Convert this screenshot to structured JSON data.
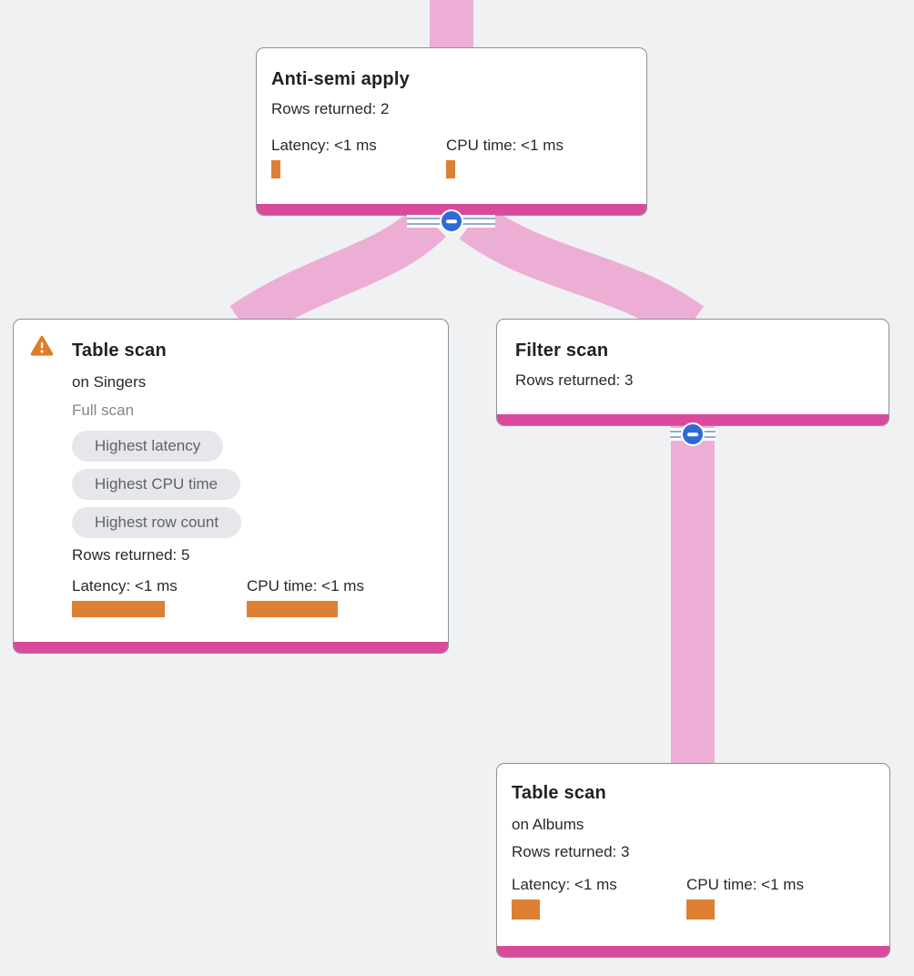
{
  "colors": {
    "background": "#f0f1f3",
    "edge_pink": "#ecaed5",
    "node_accent_pink": "#da4a9c",
    "metric_bar_orange": "#dd8033",
    "warning_orange": "#df7d26",
    "badge_bg": "#e6e7ea",
    "badge_text": "#5f6368",
    "muted_text": "#80868b",
    "title_text": "#202124",
    "body_text": "#27292c",
    "collapse_blue": "#2e6ad4",
    "stripe_blue": "#95aadc",
    "card_border": "#8b9095"
  },
  "icons": {
    "warning": "warning-triangle-icon",
    "collapse": "collapse-minus-icon"
  },
  "nodes": {
    "anti_semi_apply": {
      "title": "Anti-semi apply",
      "rows_returned": "Rows returned: 2",
      "latency": {
        "label": "Latency: <1 ms",
        "bar_css": "width:10px;height:20px"
      },
      "cpu": {
        "label": "CPU time: <1 ms",
        "bar_css": "width:10px;height:20px"
      }
    },
    "table_scan_singers": {
      "title": "Table scan",
      "subtitle": "on Singers",
      "scan_type": "Full scan",
      "badges": [
        "Highest latency",
        "Highest CPU time",
        "Highest row count"
      ],
      "rows_returned": "Rows returned: 5",
      "latency": {
        "label": "Latency: <1 ms",
        "bar_css": "width:102px;height:18px"
      },
      "cpu": {
        "label": "CPU time: <1 ms",
        "bar_css": "width:100px;height:18px"
      }
    },
    "filter_scan": {
      "title": "Filter scan",
      "rows_returned": "Rows returned: 3"
    },
    "table_scan_albums": {
      "title": "Table scan",
      "subtitle": "on Albums",
      "rows_returned": "Rows returned: 3",
      "latency": {
        "label": "Latency: <1 ms",
        "bar_css": "width:31px;height:22px"
      },
      "cpu": {
        "label": "CPU time: <1 ms",
        "bar_css": "width:31px;height:22px"
      }
    }
  }
}
